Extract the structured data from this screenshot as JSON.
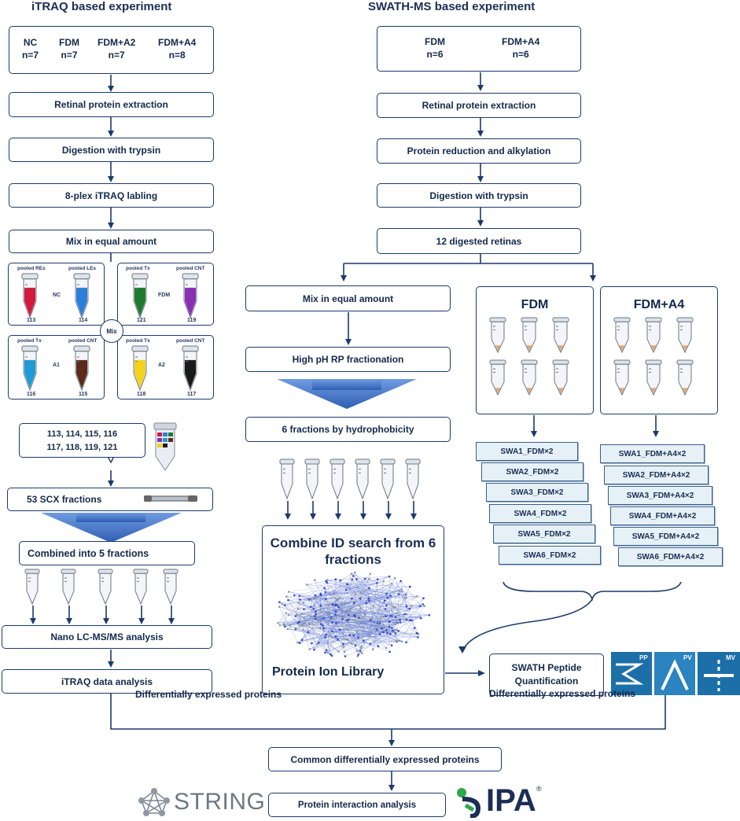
{
  "itraq": {
    "title": "iTRAQ based experiment",
    "groups": [
      {
        "name": "NC",
        "n": "n=7"
      },
      {
        "name": "FDM",
        "n": "n=7"
      },
      {
        "name": "FDM+A2",
        "n": "n=7"
      },
      {
        "name": "FDM+A4",
        "n": "n=8"
      }
    ],
    "steps": [
      "Retinal protein extraction",
      "Digestion with trypsin",
      "8-plex iTRAQ labling",
      "Mix in equal amount"
    ],
    "mix_panel": {
      "center": "Mix",
      "quadrants": [
        {
          "label": "NC",
          "tubes": [
            {
              "top": "pooled REs",
              "num": "113",
              "color": "#d11a3c"
            },
            {
              "top": "pooled LEs",
              "num": "114",
              "color": "#2c7fd9"
            }
          ]
        },
        {
          "label": "FDM",
          "tubes": [
            {
              "top": "pooled Tx",
              "num": "121",
              "color": "#1e7a2e"
            },
            {
              "top": "pooled CNT",
              "num": "119",
              "color": "#8b2fb3"
            }
          ]
        },
        {
          "label": "A1",
          "tubes": [
            {
              "top": "pooled Tx",
              "num": "116",
              "color": "#1f9ad6"
            },
            {
              "top": "pooled CNT",
              "num": "115",
              "color": "#5a2a1a"
            }
          ]
        },
        {
          "label": "A2",
          "tubes": [
            {
              "top": "pooled Tx",
              "num": "118",
              "color": "#f2d21b"
            },
            {
              "top": "pooled CNT",
              "num": "117",
              "color": "#1a1a1a"
            }
          ]
        }
      ]
    },
    "combined_numbers": [
      "113, 114, 115, 116",
      "117, 118, 119, 121"
    ],
    "scx": "53 SCX fractions",
    "combined": "Combined into 5 fractions",
    "lcms": "Nano LC-MS/MS analysis",
    "data_analysis": "iTRAQ data analysis"
  },
  "swath": {
    "title": "SWATH-MS based experiment",
    "groups": [
      {
        "name": "FDM",
        "n": "n=6"
      },
      {
        "name": "FDM+A4",
        "n": "n=6"
      }
    ],
    "steps": [
      "Retinal protein extraction",
      "Protein reduction and alkylation",
      "Digestion with trypsin",
      "12 digested retinas"
    ],
    "left_branch": [
      "Mix in equal amount",
      "High pH RP fractionation",
      "6 fractions by hydrophobicity"
    ],
    "library_title": "Combine ID search from 6 fractions",
    "library_footer": "Protein Ion Library",
    "fdm_panel": "FDM",
    "fdm_a4_panel": "FDM+A4",
    "fdm_runs": [
      "SWA1_FDM×2",
      "SWA2_FDM×2",
      "SWA3_FDM×2",
      "SWA4_FDM×2",
      "SWA5_FDM×2",
      "SWA6_FDM×2"
    ],
    "fdm_a4_runs": [
      "SWA1_FDM+A4×2",
      "SWA2_FDM+A4×2",
      "SWA3_FDM+A4×2",
      "SWA4_FDM+A4×2",
      "SWA5_FDM+A4×2",
      "SWA6_FDM+A4×2"
    ],
    "quant": "SWATH Peptide Quantification",
    "software_logos": [
      "PP",
      "PV",
      "MV"
    ]
  },
  "bottom": {
    "dep_left": "Differentially expressed proteins",
    "dep_right": "Differentially expressed proteins",
    "common": "Common differentially expressed proteins",
    "interaction": "Protein interaction analysis",
    "string_logo": "STRING",
    "ipa_logo": "IPA",
    "ipa_reg": "®"
  },
  "colors": {
    "line": "#1c3a6b",
    "arrow_fill": "#3f72c4",
    "swa_fill": "#e5f1f6"
  }
}
